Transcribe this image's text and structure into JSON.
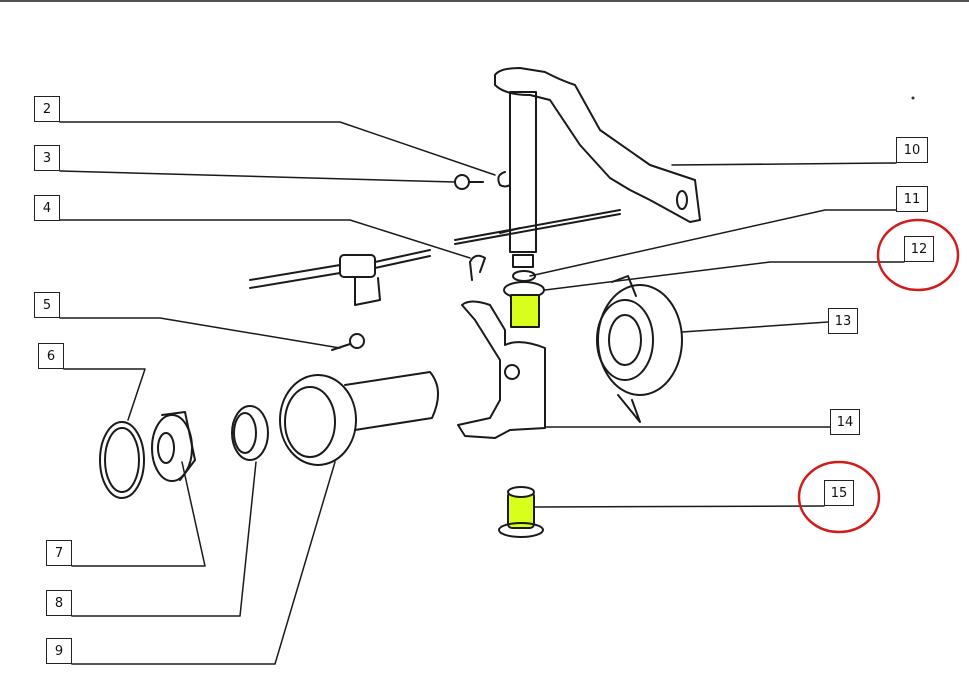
{
  "diagram": {
    "highlight_color": "#d8ff1c",
    "circle_color": "#d01c1c",
    "callouts": [
      {
        "id": "2",
        "label": "2"
      },
      {
        "id": "3",
        "label": "3"
      },
      {
        "id": "4",
        "label": "4"
      },
      {
        "id": "5",
        "label": "5"
      },
      {
        "id": "6",
        "label": "6"
      },
      {
        "id": "7",
        "label": "7"
      },
      {
        "id": "8",
        "label": "8"
      },
      {
        "id": "9",
        "label": "9"
      },
      {
        "id": "10",
        "label": "10"
      },
      {
        "id": "11",
        "label": "11"
      },
      {
        "id": "12",
        "label": "12"
      },
      {
        "id": "13",
        "label": "13"
      },
      {
        "id": "14",
        "label": "14"
      },
      {
        "id": "15",
        "label": "15"
      }
    ],
    "circled": [
      "12",
      "15"
    ],
    "highlighted_parts": [
      "12",
      "15"
    ]
  }
}
